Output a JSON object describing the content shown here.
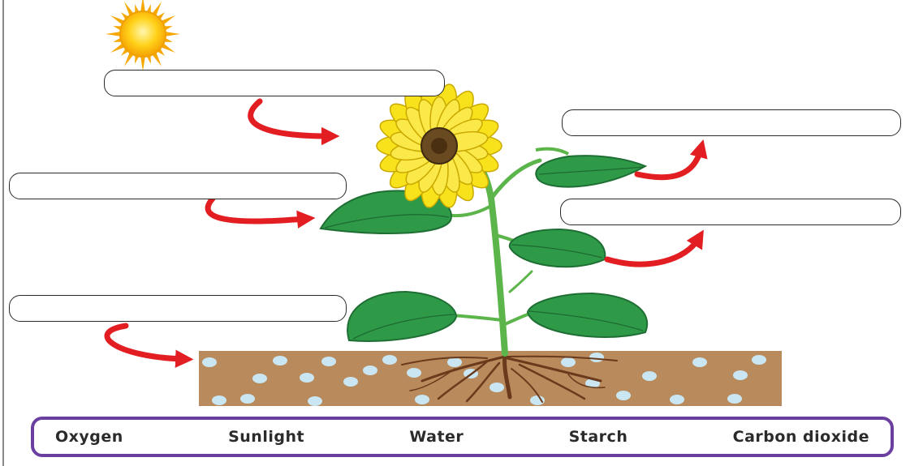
{
  "labels": {
    "flower": "",
    "left_leaf": "",
    "soil": "",
    "top_right_leaf": "",
    "right_leaf": ""
  },
  "word_bank": [
    "Oxygen",
    "Sunlight",
    "Water",
    "Starch",
    "Carbon dioxide"
  ],
  "icons": [
    "sun-icon",
    "flower-icon",
    "leaf-icon",
    "arrow-icon",
    "roots-icon",
    "soil-icon",
    "water-droplet-icon"
  ],
  "colors": {
    "arrow": "#e21e22",
    "leaf": "#2e9a48",
    "petal": "#f7e21c",
    "soil": "#b98a5c",
    "droplet": "#c9e6f2",
    "border": "#6b3fa0"
  }
}
